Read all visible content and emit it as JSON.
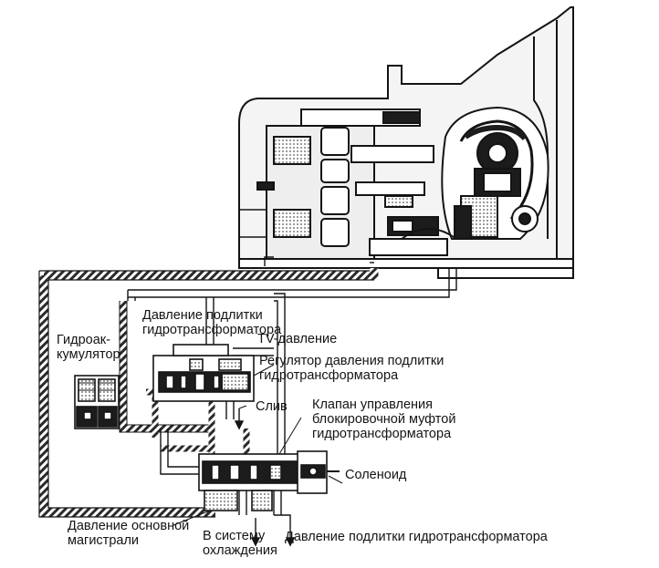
{
  "labels": {
    "converter_feed_pressure_top": "Давление подлитки\nгидротрансформатора",
    "tv_pressure": "TV-давление",
    "accumulator": "Гидроак-\nкумулятор",
    "feed_regulator": "Регулятор давления подлитки\nгидротрансформатора",
    "drain": "Слив",
    "lockup_control_valve": "Клапан управления\nблокировочной муфтой\nгидротрансформатора",
    "solenoid": "Соленоид",
    "main_line_pressure": "Давление основной\nмагистрали",
    "to_cooling": "В систему\nохлаждения",
    "converter_feed_pressure_bottom": "Давление подлитки гидротрансформатора"
  },
  "colors": {
    "ink": "#141414",
    "hatch": "#2a2a2a",
    "housing_fill": "#e9e9e9",
    "dark_fill": "#1c1c1c"
  }
}
